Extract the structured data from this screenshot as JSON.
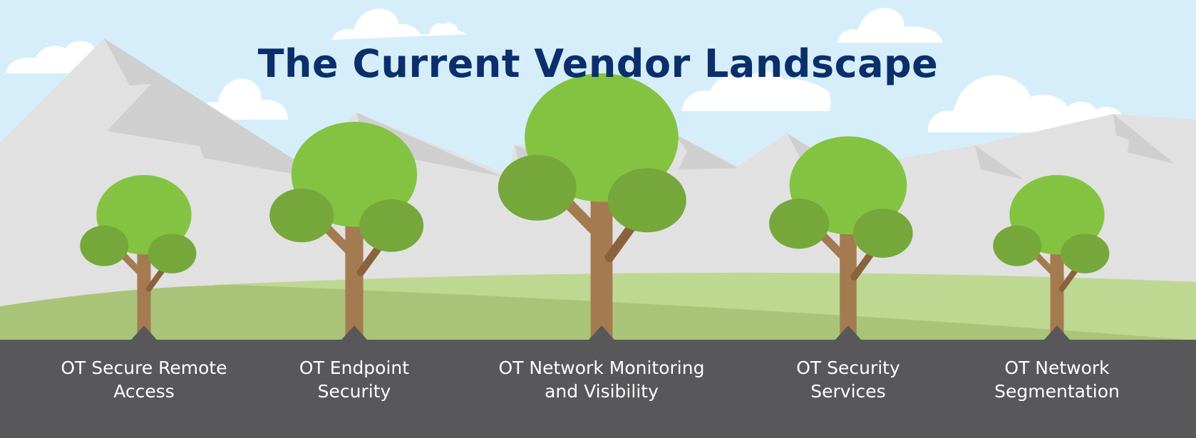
{
  "title": "The Current Vendor Landscape",
  "colors": {
    "sky": "#d6eefa",
    "cloud": "#ffffff",
    "mountain": "#e1e1e1",
    "mountain_shadow": "#cfcfcf",
    "hill_front": "#a9c479",
    "hill_back": "#bdd891",
    "ground": "#58585a",
    "canopy": "#84c341",
    "canopy_dark": "#76a73b",
    "trunk": "#a47b50",
    "branch_dark": "#8a623e",
    "title": "#0a2f6b",
    "label_text": "#ffffff"
  },
  "trees": [
    {
      "label_lines": [
        "OT Secure Remote",
        "Access"
      ],
      "size": "small"
    },
    {
      "label_lines": [
        "OT Endpoint",
        "Security"
      ],
      "size": "medium"
    },
    {
      "label_lines": [
        "OT Network Monitoring",
        "and Visibility"
      ],
      "size": "large"
    },
    {
      "label_lines": [
        "OT Security",
        "Services"
      ],
      "size": "medium"
    },
    {
      "label_lines": [
        "OT Network",
        "Segmentation"
      ],
      "size": "small"
    }
  ]
}
